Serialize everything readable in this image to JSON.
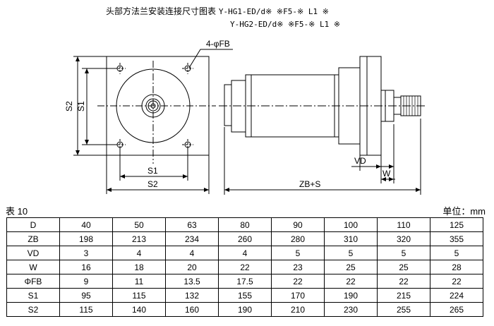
{
  "title": {
    "line1_zh": "头部方法兰安装连接尺寸图表",
    "line1_model": "Y-HG1-ED/d※ ※F5-※ L1 ※",
    "line2_model": "Y-HG2-ED/d※ ※F5-※ L1 ※"
  },
  "drawing": {
    "labels": {
      "fb": "4-φFB",
      "s2_left": "S2",
      "s1_left": "S1",
      "s1_bottom": "S1",
      "s2_bottom": "S2",
      "vd": "VD",
      "w": "W",
      "zbs": "ZB+S"
    }
  },
  "table": {
    "caption": "表 10",
    "unit": "单位：mm",
    "rows": [
      {
        "label": "D",
        "values": [
          "40",
          "50",
          "63",
          "80",
          "90",
          "100",
          "110",
          "125"
        ]
      },
      {
        "label": "ZB",
        "values": [
          "198",
          "213",
          "234",
          "260",
          "280",
          "310",
          "320",
          "355"
        ]
      },
      {
        "label": "VD",
        "values": [
          "3",
          "4",
          "4",
          "4",
          "5",
          "5",
          "5",
          "5"
        ]
      },
      {
        "label": "W",
        "values": [
          "16",
          "18",
          "20",
          "22",
          "23",
          "25",
          "25",
          "28"
        ]
      },
      {
        "label": "ΦFB",
        "values": [
          "9",
          "11",
          "13.5",
          "17.5",
          "22",
          "22",
          "22",
          "22"
        ]
      },
      {
        "label": "S1",
        "values": [
          "95",
          "115",
          "132",
          "155",
          "170",
          "190",
          "215",
          "224"
        ]
      },
      {
        "label": "S2",
        "values": [
          "115",
          "140",
          "160",
          "190",
          "210",
          "230",
          "255",
          "265"
        ]
      }
    ]
  }
}
